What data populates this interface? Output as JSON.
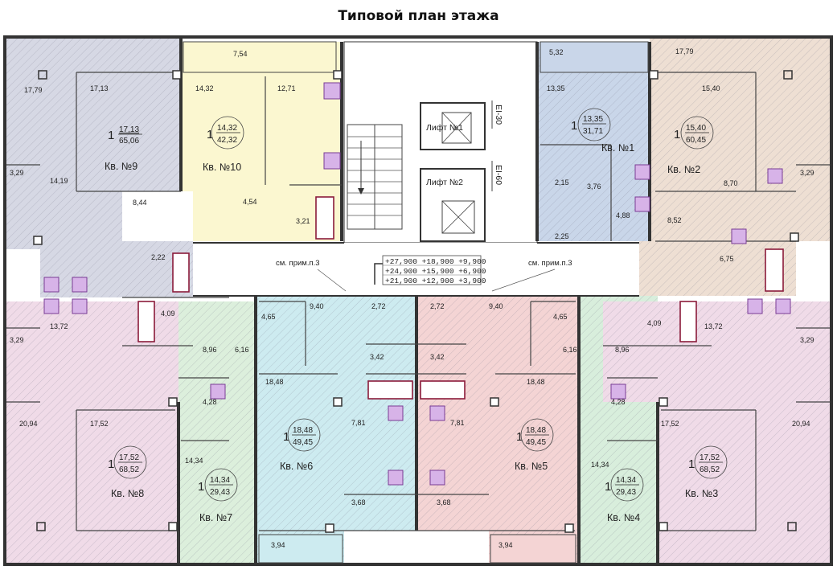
{
  "title": "Типовой план этажа",
  "apartments": [
    {
      "id": "kv1",
      "name": "Кв. №1",
      "rooms": "1",
      "living": "13,35",
      "total": "31,71",
      "color": "#c9d6e9"
    },
    {
      "id": "kv2",
      "name": "Кв. №2",
      "rooms": "1",
      "living": "15,40",
      "total": "60,45",
      "color": "#eedfd3"
    },
    {
      "id": "kv3",
      "name": "Кв. №3",
      "rooms": "1",
      "living": "17,52",
      "total": "68,52",
      "color": "#f0dbe8"
    },
    {
      "id": "kv4",
      "name": "Кв. №4",
      "rooms": "1",
      "living": "14,34",
      "total": "29,43",
      "color": "#d8eedc"
    },
    {
      "id": "kv5",
      "name": "Кв. №5",
      "rooms": "1",
      "living": "18,48",
      "total": "49,45",
      "color": "#f4d4d4"
    },
    {
      "id": "kv6",
      "name": "Кв. №6",
      "rooms": "1",
      "living": "18,48",
      "total": "49,45",
      "color": "#cdebf0"
    },
    {
      "id": "kv7",
      "name": "Кв. №7",
      "rooms": "1",
      "living": "14,34",
      "total": "29,43",
      "color": "#dcefdc"
    },
    {
      "id": "kv8",
      "name": "Кв. №8",
      "rooms": "1",
      "living": "17,52",
      "total": "68,52",
      "color": "#f0dbe8"
    },
    {
      "id": "kv9",
      "name": "Кв. №9",
      "rooms": "1",
      "living": "17,13",
      "total": "65,06",
      "color": "#d6d8e4"
    },
    {
      "id": "kv10",
      "name": "Кв. №10",
      "rooms": "1",
      "living": "14,32",
      "total": "42,32",
      "color": "#fbf7d0"
    }
  ],
  "room_areas": {
    "a754": "7,54",
    "a1432": "14,32",
    "a1271": "12,71",
    "a454": "4,54",
    "a321": "3,21",
    "a1779l": "17,79",
    "a1713": "17,13",
    "a329l": "3,29",
    "a1419": "14,19",
    "a844": "8,44",
    "a222": "2,22",
    "a532": "5,32",
    "a1335": "13,35",
    "a215": "2,15",
    "a376": "3,76",
    "a488": "4,88",
    "a225": "2,25",
    "a1779r": "17,79",
    "a1540": "15,40",
    "a329r": "3,29",
    "a870": "8,70",
    "a852": "8,52",
    "a675": "6,75",
    "a1372l": "13,72",
    "a409l": "4,09",
    "a896l": "8,96",
    "a329l2": "3,29",
    "a616l": "6,16",
    "a465l": "4,65",
    "a940l": "9,40",
    "a272l": "2,72",
    "a342l": "3,42",
    "a1848l": "18,48",
    "a781l": "7,81",
    "a368l": "3,68",
    "a394l": "3,94",
    "a428l": "4,28",
    "a1434l": "14,34",
    "a2094l": "20,94",
    "a1752l": "17,52",
    "a272r": "2,72",
    "a940r": "9,40",
    "a465r": "4,65",
    "a342r": "3,42",
    "a1848r": "18,48",
    "a781r": "7,81",
    "a368r": "3,68",
    "a394r": "3,94",
    "a616r": "6,16",
    "a409r": "4,09",
    "a1372r": "13,72",
    "a896r": "8,96",
    "a329r2": "3,29",
    "a428r": "4,28",
    "a1752r": "17,52",
    "a2094r": "20,94",
    "a1434r": "14,34"
  },
  "core": {
    "lift1": "Лифт №1",
    "lift2": "Лифт №2",
    "e30": "EI-30",
    "e60": "EI-60",
    "note_left": "см. прим.п.3",
    "note_right": "см. прим.п.3",
    "elev_line1": "+27,900 +18,900 +9,900",
    "elev_line2": "+24,900 +15,900 +6,900",
    "elev_line3": "+21,900 +12,900 +3,900"
  }
}
